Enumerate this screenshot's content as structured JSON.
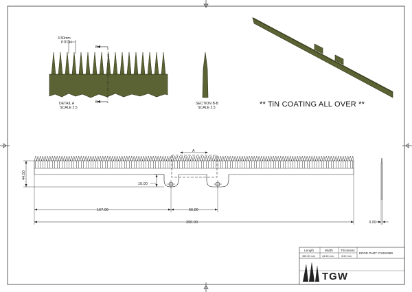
{
  "detail_a": {
    "pitch_value": "3.50mm",
    "pitch_label": "PITCH",
    "caption_line1": "DETAIL  A",
    "caption_line2": "SCALE 2.5",
    "section_marker": "B"
  },
  "section_bb": {
    "caption_line1": "SECTION B-B",
    "caption_line2": "SCALE 2.5"
  },
  "note": "** TiN COATING ALL OVER **",
  "main_view": {
    "detail_marker": "A",
    "dim_height": "44.50",
    "dim_slot_depth": "10.00",
    "dim_offset": "167.00",
    "dim_spacing": "56.00",
    "dim_length": "390.00",
    "dim_thickness": "3.00"
  },
  "title_block": {
    "headers": [
      "Length",
      "Width",
      "Thickness"
    ],
    "values": [
      "390.00 mm",
      "44.50 mm",
      "3.00 mm"
    ],
    "part_label": "EDGE PART # 5004989",
    "logo_text": "TGW"
  },
  "colors": {
    "blade_fill": "#5b6233",
    "blade_stroke": "#2e3118",
    "line": "#222222"
  }
}
